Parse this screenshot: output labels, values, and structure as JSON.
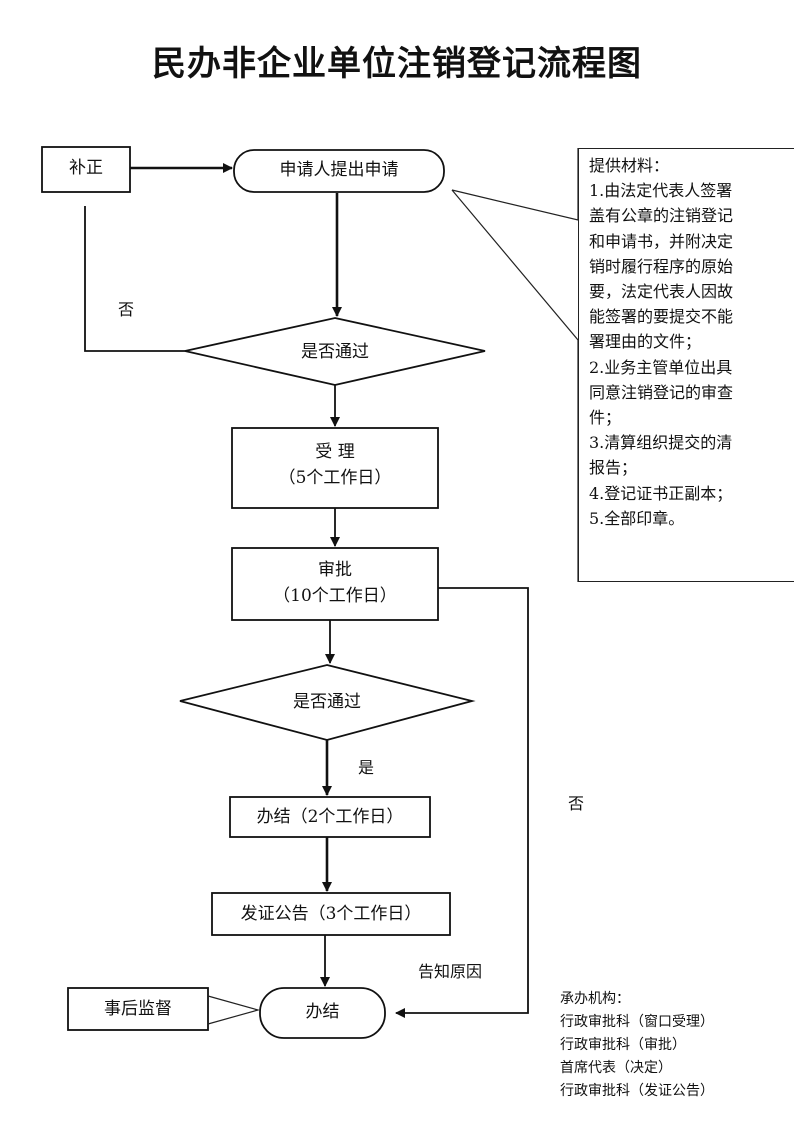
{
  "title": "民办非企业单位注销登记流程图",
  "nodes": {
    "buzheng": "补正",
    "apply": "申请人提出申请",
    "check1": "是否通过",
    "accept_l1": "受 理",
    "accept_l2": "（5个工作日）",
    "approve_l1": "审批",
    "approve_l2": "（10个工作日）",
    "check2": "是否通过",
    "handle": "办结（2个工作日）",
    "announce": "发证公告（3个工作日）",
    "end": "办结",
    "supervise": "事后监督"
  },
  "edge_labels": {
    "no_left": "否",
    "yes": "是",
    "no_right": "否",
    "notify": "告知原因"
  },
  "materials": {
    "lines": [
      "提供材料：",
      "1.由法定代表人签署",
      "盖有公章的注销登记",
      "和申请书，并附决定",
      "销时履行程序的原始",
      "要，法定代表人因故",
      "能签署的要提交不能",
      "署理由的文件；",
      "2.业务主管单位出具",
      "同意注销登记的审查",
      "件；",
      "3.清算组织提交的清",
      "报告；",
      "4.登记证书正副本；",
      "5.全部印章。"
    ]
  },
  "agency": {
    "lines": [
      "承办机构：",
      "行政审批科（窗口受理）",
      "行政审批科（审批）",
      "首席代表（决定）",
      "行政审批科（发证公告）"
    ]
  },
  "colors": {
    "line": "#111111",
    "background": "#ffffff"
  }
}
